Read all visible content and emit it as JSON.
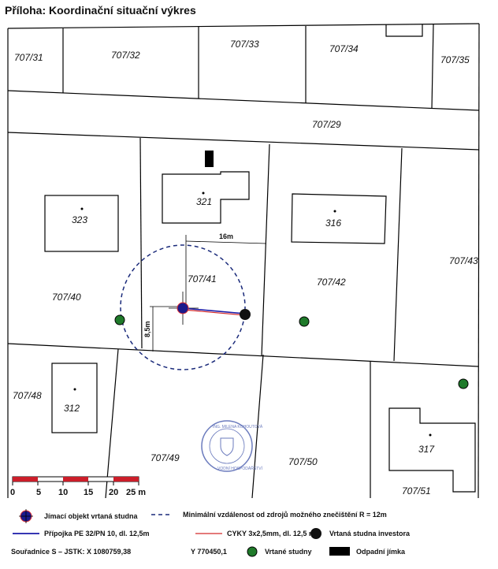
{
  "title": "Příloha: Koordinační situační výkres",
  "parcels": {
    "p707_31": "707/31",
    "p707_32": "707/32",
    "p707_33": "707/33",
    "p707_34": "707/34",
    "p707_35": "707/35",
    "p707_29": "707/29",
    "p707_40": "707/40",
    "p707_41": "707/41",
    "p707_42": "707/42",
    "p707_43": "707/43",
    "p707_48": "707/48",
    "p707_49": "707/49",
    "p707_50": "707/50",
    "p707_51": "707/51"
  },
  "buildings": {
    "b323": "323",
    "b321": "321",
    "b316": "316",
    "b312": "312",
    "b317": "317"
  },
  "dimensions": {
    "d16": "16m",
    "d85": "8,5m"
  },
  "scale_bar": {
    "ticks": [
      "0",
      "5",
      "10",
      "15",
      "20",
      "25 m"
    ],
    "colors": [
      "#cc1e2a",
      "#ffffff"
    ]
  },
  "legend": {
    "jimaci": "Jímací objekt vrtaná studna",
    "min_vzdal": "Minimální vzdálenost od zdrojů možného znečištění R = 12m",
    "pripojka": "Přípojka PE 32/PN 10, dl. 12,5m",
    "cyky": "CYKY 3x2,5mm, dl. 12,5 m",
    "investor": "Vrtaná studna investora",
    "souradnice": "Souřadnice S – JSTK: X 1080759,38",
    "y_coord": "Y 770450,1",
    "vrtane": "Vrtané studny",
    "jimka": "Odpadní jímka"
  },
  "colors": {
    "well_fill": "#1b1b8c",
    "well_ring": "#e03030",
    "pipe_blue": "#1a1aa8",
    "cable_red": "#d42a2a",
    "other_wells": "#1f7a2a",
    "stamp": "#3a4fa8"
  }
}
